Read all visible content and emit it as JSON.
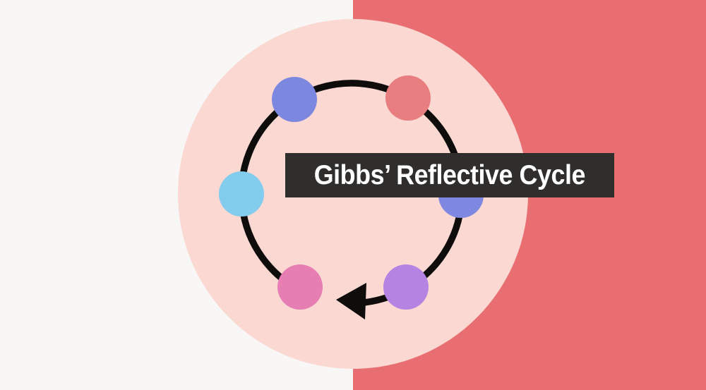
{
  "title": {
    "text": "Gibbs’ Reflective Cycle"
  },
  "colors": {
    "background_left": "#f8f7f5",
    "background_right": "#e96e71",
    "inner_circle": "#fbd8d2",
    "banner": "#2f2e2c",
    "title_text": "#ffffff",
    "ring": "#0e0d0b"
  },
  "diagram": {
    "type": "cycle",
    "direction": "clockwise",
    "node_count": 6,
    "nodes": [
      {
        "position": "top-left",
        "color": "#7c87e0"
      },
      {
        "position": "top-right",
        "color": "#e97e80"
      },
      {
        "position": "right",
        "color": "#7e88e1"
      },
      {
        "position": "bottom-right",
        "color": "#b583e2"
      },
      {
        "position": "bottom-left",
        "color": "#e77eb3"
      },
      {
        "position": "left",
        "color": "#82cced"
      }
    ],
    "arrow": {
      "location": "bottom",
      "points_direction": "left"
    }
  }
}
